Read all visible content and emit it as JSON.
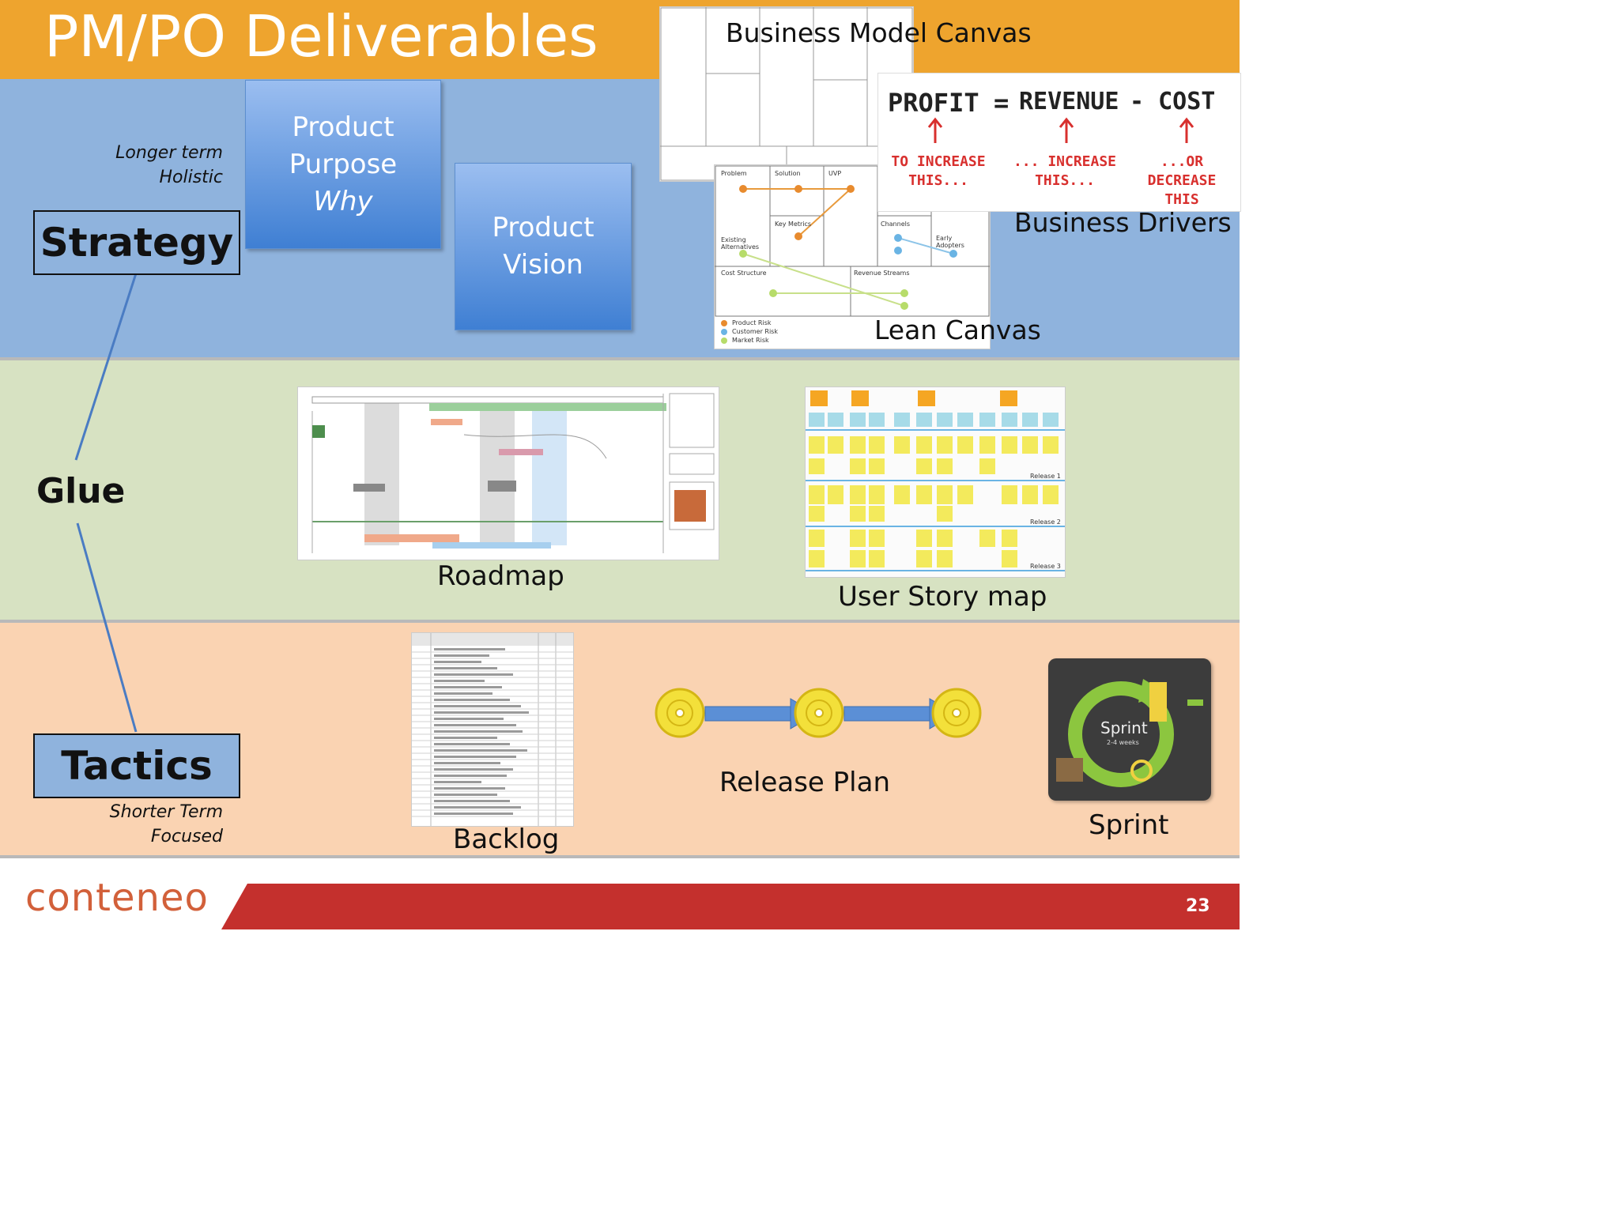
{
  "slide": {
    "title": "PM/PO Deliverables",
    "page_number": "23",
    "logo_text": "conteneo"
  },
  "layers": {
    "strategy": {
      "label": "Strategy",
      "note_line1": "Longer term",
      "note_line2": "Holistic"
    },
    "glue": {
      "label": "Glue"
    },
    "tactics": {
      "label": "Tactics",
      "note_line1": "Shorter Term",
      "note_line2": "Focused"
    }
  },
  "boxes": {
    "purpose": {
      "line1": "Product",
      "line2": "Purpose",
      "line3": "Why"
    },
    "vision": {
      "line1": "Product",
      "line2": "Vision"
    }
  },
  "captions": {
    "business_model_canvas": "Business Model Canvas",
    "business_drivers": "Business Drivers",
    "lean_canvas": "Lean Canvas",
    "roadmap": "Roadmap",
    "user_story_map": "User Story map",
    "release_plan": "Release Plan",
    "backlog": "Backlog",
    "sprint": "Sprint"
  },
  "business_drivers_sketch": {
    "profit": "PROFIT",
    "equals": "=",
    "revenue": "REVENUE",
    "minus": "- COST",
    "note1_line1": "TO INCREASE",
    "note1_line2": "THIS...",
    "note2_line1": "... INCREASE",
    "note2_line2": "THIS...",
    "note3_line1": "...OR DECREASE",
    "note3_line2": "THIS"
  },
  "lean_canvas_thumb": {
    "problem": "Problem",
    "solution": "Solution",
    "uvp": "UVP",
    "key_metrics": "Key Metrics",
    "channels": "Channels",
    "existing_alternatives": "Existing Alternatives",
    "early_adopters": "Early Adopters",
    "cost_structure": "Cost Structure",
    "revenue_streams": "Revenue Streams",
    "legend": [
      "Product Risk",
      "Customer Risk",
      "Market Risk"
    ]
  },
  "user_story_map_thumb": {
    "releases": [
      "Release 1",
      "Release 2",
      "Release 3"
    ]
  },
  "sprint_thumb": {
    "label": "Sprint",
    "sublabel": "2-4 weeks"
  },
  "colors": {
    "title_band": "#eea42e",
    "strategy_band": "#8fb3dd",
    "glue_band": "#d7e2c2",
    "tactics_band": "#fad3b2",
    "footer_red": "#c4302d",
    "box_blue": "#3f7fd3"
  }
}
